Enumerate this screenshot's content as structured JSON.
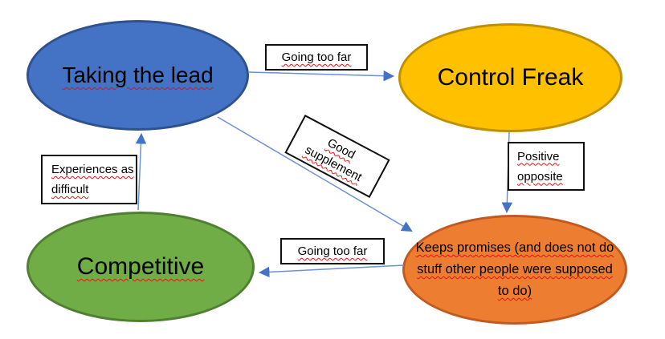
{
  "canvas": {
    "background": "#ffffff"
  },
  "nodes": {
    "taking_lead": {
      "label": "Taking the lead",
      "fill": "#4472C4",
      "stroke": "#2F528F",
      "text_color": "#000000",
      "spellchecked": true
    },
    "control_freak": {
      "label": "Control Freak",
      "fill": "#FFC000",
      "stroke": "#BF9000",
      "text_color": "#000000",
      "spellchecked": false
    },
    "competitive": {
      "label": "Competitive",
      "fill": "#70AD47",
      "stroke": "#507E32",
      "text_color": "#000000",
      "spellchecked": true
    },
    "keeps_promises": {
      "label": "Keeps promises (and does not do stuff other people were supposed to do)",
      "fill": "#ED7D31",
      "stroke": "#C05A21",
      "text_color": "#000000",
      "spellchecked": true
    }
  },
  "edge_labels": {
    "top_going_too_far": "Going too far",
    "good_supplement": "Good supplement",
    "positive_opposite": "Positive opposite",
    "experiences_as_difficult": "Experiences as difficult",
    "bottom_going_too_far": "Going too far"
  },
  "edges": {
    "lead_to_control_freak": "Taking the lead -> Control Freak (Going too far)",
    "lead_to_keeps_promises": "Taking the lead -> Keeps promises (Good supplement)",
    "control_freak_to_keeps_promises": "Control Freak -> Keeps promises (Positive opposite)",
    "keeps_promises_to_competitive": "Keeps promises -> Competitive (Going too far)",
    "competitive_to_lead": "Competitive -> Taking the lead (Experiences as difficult)"
  },
  "connectors": {
    "line_color": "#6C91D4",
    "head_color": "#4472C4"
  },
  "spellcheck_color": "#E01512",
  "label_box_border_color": "#111111"
}
